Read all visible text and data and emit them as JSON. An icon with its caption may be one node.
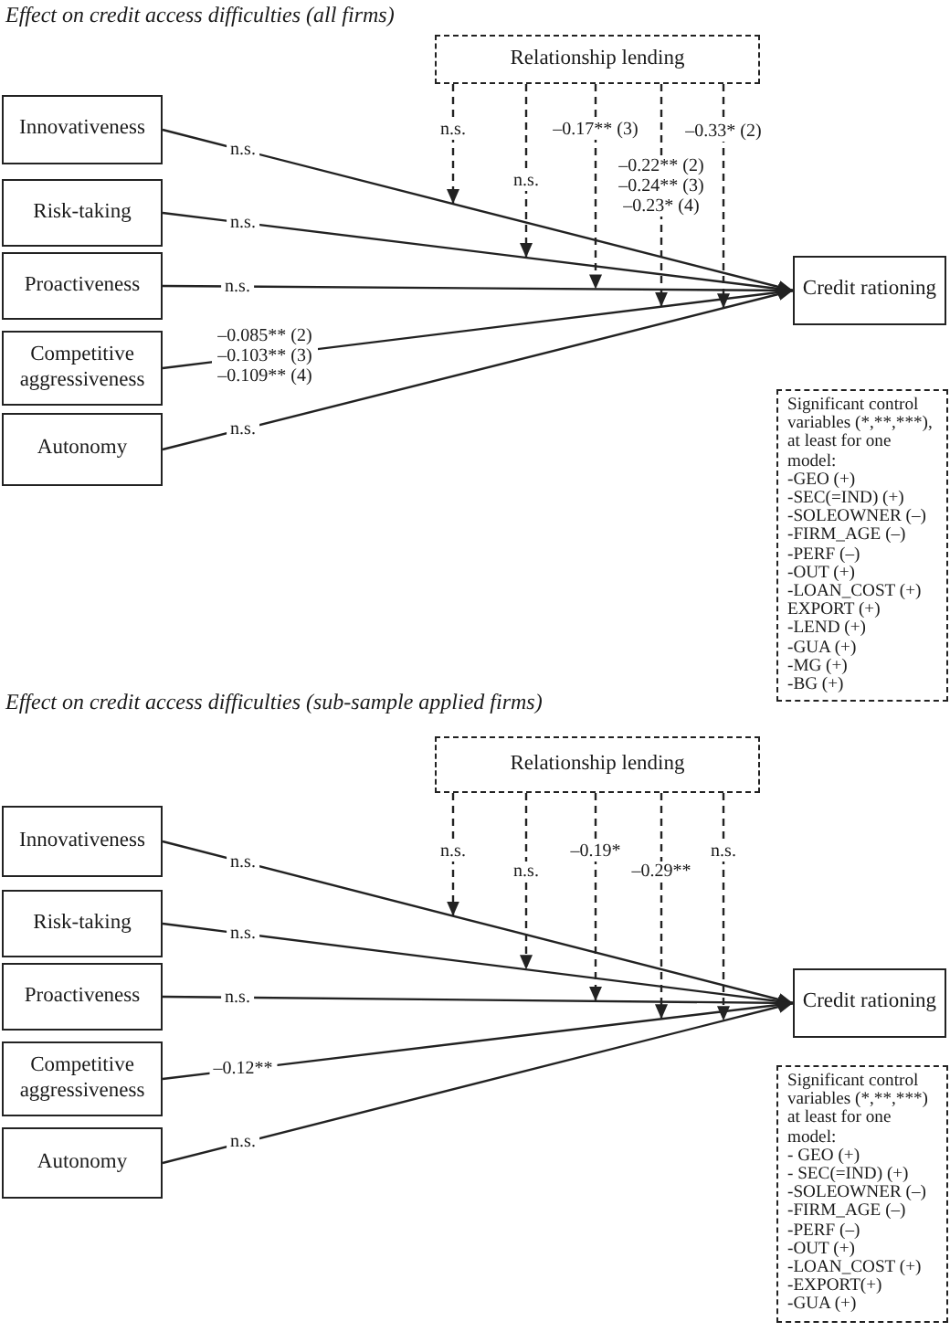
{
  "diagram": {
    "nodes": [
      {
        "text": [
          "Relationship lending"
        ]
      },
      {
        "text": [
          "Innovativeness"
        ]
      },
      {
        "text": [
          "Risk-taking"
        ]
      },
      {
        "text": [
          "Proactiveness"
        ]
      },
      {
        "text": [
          "Competitive aggressiveness"
        ]
      },
      {
        "text": [
          "Autonomy"
        ]
      },
      {
        "text": [
          "Credit rationing"
        ]
      },
      {
        "text": [
          "Significant control variables (*,**,***), at least for one model:",
          "-GEO (+)",
          "-SEC(=IND) (+)",
          "-SOLEOWNER (–)",
          "-FIRM_AGE (–)",
          "-PERF (–)",
          "-OUT (+)",
          "-LOAN_COST (+)",
          "EXPORT (+)",
          "-LEND (+)",
          "-GUA (+)",
          "-MG (+)",
          "-BG (+)"
        ]
      },
      {
        "text": [
          "Relationship lending"
        ]
      },
      {
        "text": [
          "Innovativeness"
        ]
      },
      {
        "text": [
          "Risk-taking"
        ]
      },
      {
        "text": [
          "Proactiveness"
        ]
      },
      {
        "text": [
          "Competitive aggressiveness"
        ]
      },
      {
        "text": [
          "Autonomy"
        ]
      },
      {
        "text": [
          "Credit rationing"
        ]
      },
      {
        "text": [
          "Significant control variables (*,**,***) at least for one model:",
          "- GEO (+)",
          "- SEC(=IND) (+)",
          "-SOLEOWNER (–)",
          "-FIRM_AGE (–)",
          "-PERF (–)",
          "-OUT (+)",
          "-LOAN_COST (+)",
          "-EXPORT(+)",
          "-GUA (+)"
        ]
      }
    ],
    "edges": [
      {
        "from": 1,
        "to": 6,
        "arrow": "to",
        "label": "n.s."
      },
      {
        "from": 2,
        "to": 6,
        "arrow": "to",
        "label": "n.s."
      },
      {
        "from": 3,
        "to": 6,
        "arrow": "to",
        "label": "n.s."
      },
      {
        "from": 4,
        "to": 6,
        "arrow": "to",
        "label": "–0.085** (2) –0.103** (3) –0.109** (4)"
      },
      {
        "from": 5,
        "to": 6,
        "arrow": "to",
        "label": "n.s."
      },
      {
        "from": 0,
        "to": null,
        "arrow": "to",
        "style": "dashed",
        "label": "n.s."
      },
      {
        "from": 0,
        "to": null,
        "arrow": "to",
        "style": "dashed",
        "label": "n.s."
      },
      {
        "from": 0,
        "to": null,
        "arrow": "to",
        "style": "dashed",
        "label": "–0.17** (3)"
      },
      {
        "from": 0,
        "to": null,
        "arrow": "to",
        "style": "dashed",
        "label": "–0.22** (2) –0.24** (3) –0.23* (4)"
      },
      {
        "from": 0,
        "to": null,
        "arrow": "to",
        "style": "dashed",
        "label": "–0.33* (2)"
      },
      {
        "from": 9,
        "to": 14,
        "arrow": "to",
        "label": "n.s."
      },
      {
        "from": 10,
        "to": 14,
        "arrow": "to",
        "label": "n.s."
      },
      {
        "from": 11,
        "to": 14,
        "arrow": "to",
        "label": "n.s."
      },
      {
        "from": 12,
        "to": 14,
        "arrow": "to",
        "label": "–0.12**"
      },
      {
        "from": 13,
        "to": 14,
        "arrow": "to",
        "label": "n.s."
      },
      {
        "from": 8,
        "to": null,
        "arrow": "to",
        "style": "dashed",
        "label": "n.s."
      },
      {
        "from": 8,
        "to": null,
        "arrow": "to",
        "style": "dashed",
        "label": "n.s."
      },
      {
        "from": 8,
        "to": null,
        "arrow": "to",
        "style": "dashed",
        "label": "–0.19*"
      },
      {
        "from": 8,
        "to": null,
        "arrow": "to",
        "style": "dashed",
        "label": "–0.29**"
      },
      {
        "from": 8,
        "to": null,
        "arrow": "to",
        "style": "dashed",
        "label": "n.s."
      }
    ],
    "labels": [
      "Effect on credit access difficulties (all firms)",
      "Effect on credit access difficulties (sub-sample applied firms)"
    ]
  }
}
